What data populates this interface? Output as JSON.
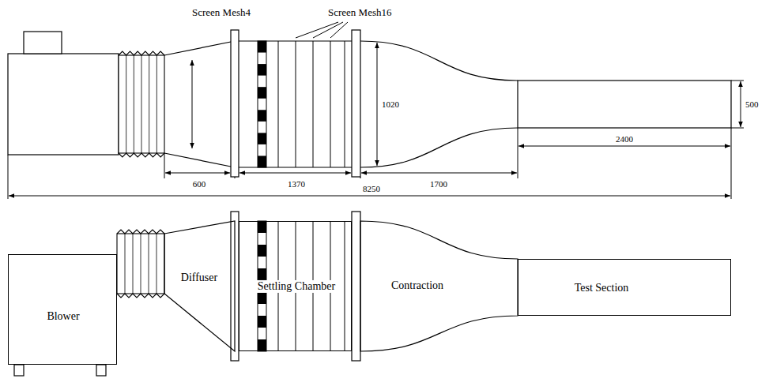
{
  "diagram": {
    "nodes": [
      {
        "text": [
          "Blower"
        ]
      },
      {
        "text": [
          "Diffuser"
        ]
      },
      {
        "text": [
          "Settling Chamber"
        ]
      },
      {
        "text": [
          "Contraction"
        ]
      },
      {
        "text": [
          "Test Section"
        ]
      }
    ],
    "labels": [
      "Screen Mesh4",
      "Screen Mesh16",
      "1020",
      "500",
      "2400",
      "600",
      "1370",
      "1700",
      "8250"
    ]
  }
}
